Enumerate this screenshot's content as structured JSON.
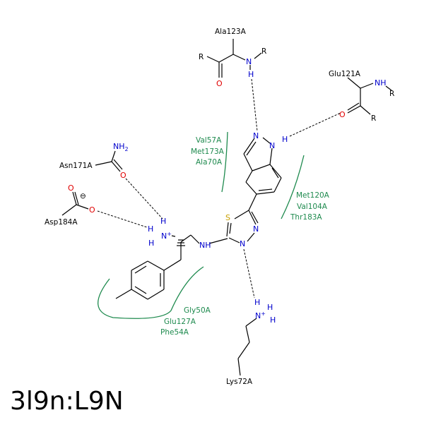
{
  "title": "3l9n:L9N",
  "residues": {
    "ala123": "Ala123A",
    "glu121": "Glu121A",
    "asn171": "Asn171A",
    "asp184": "Asp184A",
    "lys72": "Lys72A"
  },
  "hydrophobic": {
    "left_top": [
      "Val57A",
      "Met173A",
      "Ala70A"
    ],
    "right": [
      "Met120A",
      "Val104A",
      "Thr183A"
    ],
    "bottom": [
      "Gly50A",
      "Glu127A",
      "Phe54A"
    ]
  },
  "atoms": {
    "R": "R",
    "N": "N",
    "H": "H",
    "O": "O",
    "S": "S",
    "NH": "NH",
    "NH2": "NH",
    "sub2": "2",
    "Nplus": "N",
    "plus": "+",
    "minus": "⊖"
  },
  "colors": {
    "nitrogen": "#0000cc",
    "oxygen": "#e00000",
    "sulfur": "#c8a000",
    "hydrophobic": "#1e8a4e"
  }
}
